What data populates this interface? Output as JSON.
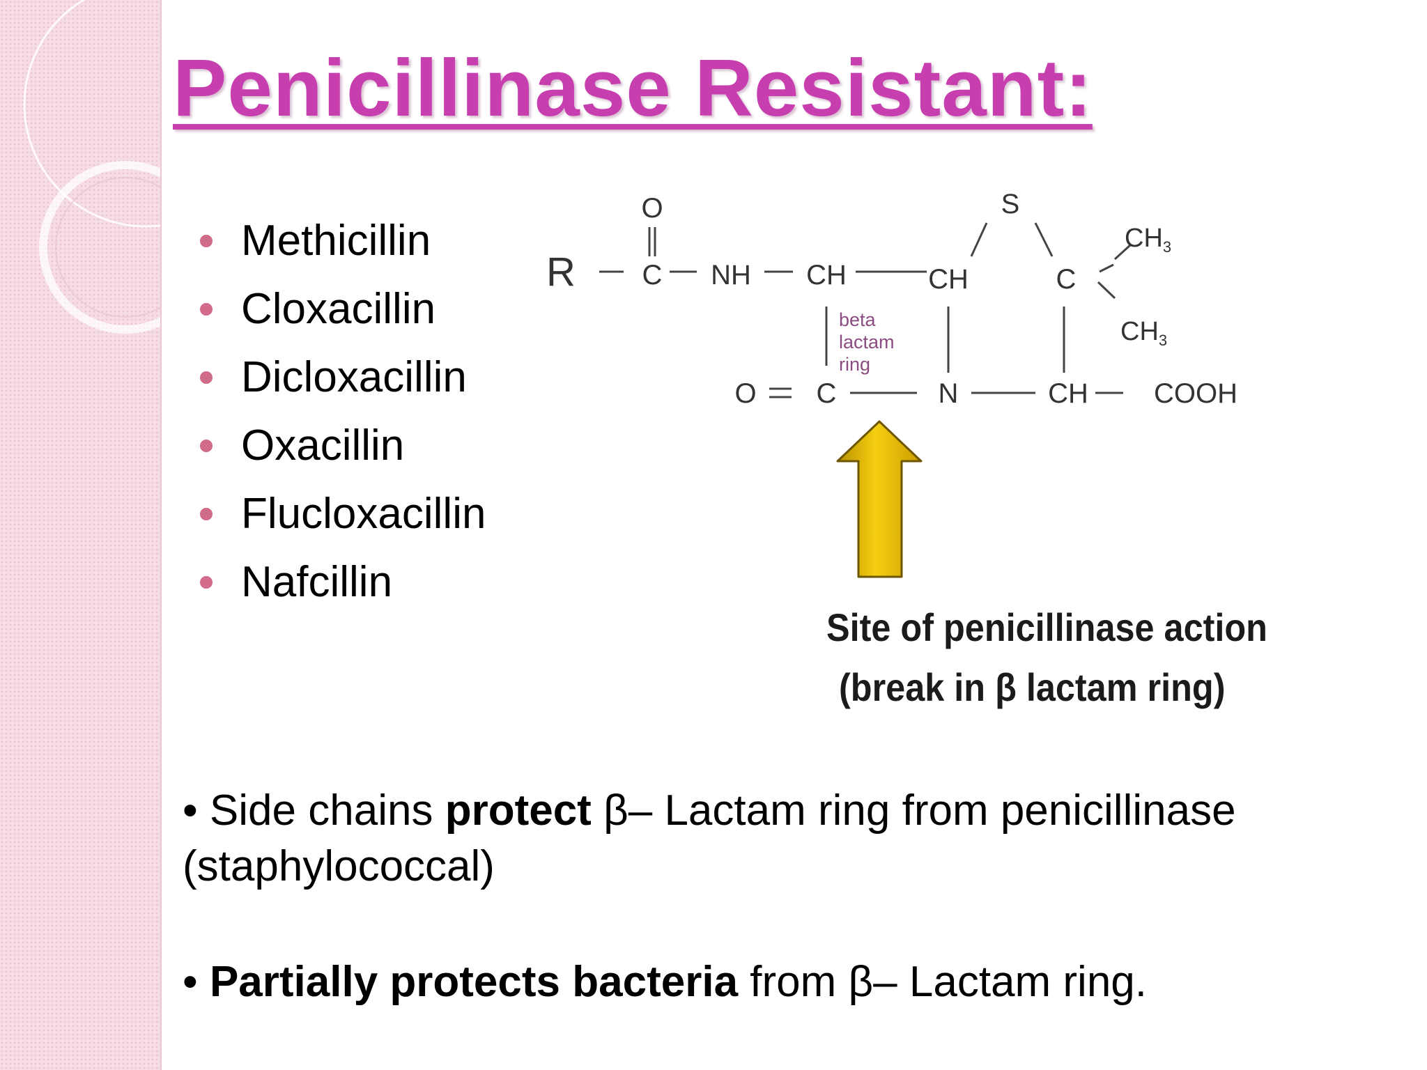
{
  "slide": {
    "title": "Penicillinase Resistant:",
    "drugs": [
      "Methicillin",
      "Cloxacillin",
      "Dicloxacillin",
      "Oxacillin",
      "Flucloxacillin",
      "Nafcillin"
    ],
    "colors": {
      "title": "#c73fae",
      "bullet": "#d26a8a",
      "sidebar": "#f6dde5",
      "arrow": "#e6b800"
    }
  },
  "structure": {
    "R": "R",
    "C": "C",
    "O": "O",
    "NH": "NH",
    "CH": "CH",
    "S": "S",
    "N": "N",
    "CH3": "CH",
    "CH3_sub": "3",
    "COOH": "COOH",
    "ring_label_1": "beta",
    "ring_label_2": "lactam",
    "ring_label_3": "ring"
  },
  "caption": {
    "line1": "Site of penicillinase action",
    "line2": "(break in β lactam ring)"
  },
  "notes": {
    "note1_prefix": "• Side chains ",
    "note1_bold": "protect",
    "note1_suffix": " β– Lactam ring from penicillinase",
    "note1_line2": "(staphylococcal)",
    "note2_prefix": "• ",
    "note2_bold": "Partially protects bacteria",
    "note2_suffix": " from β– Lactam ring."
  }
}
